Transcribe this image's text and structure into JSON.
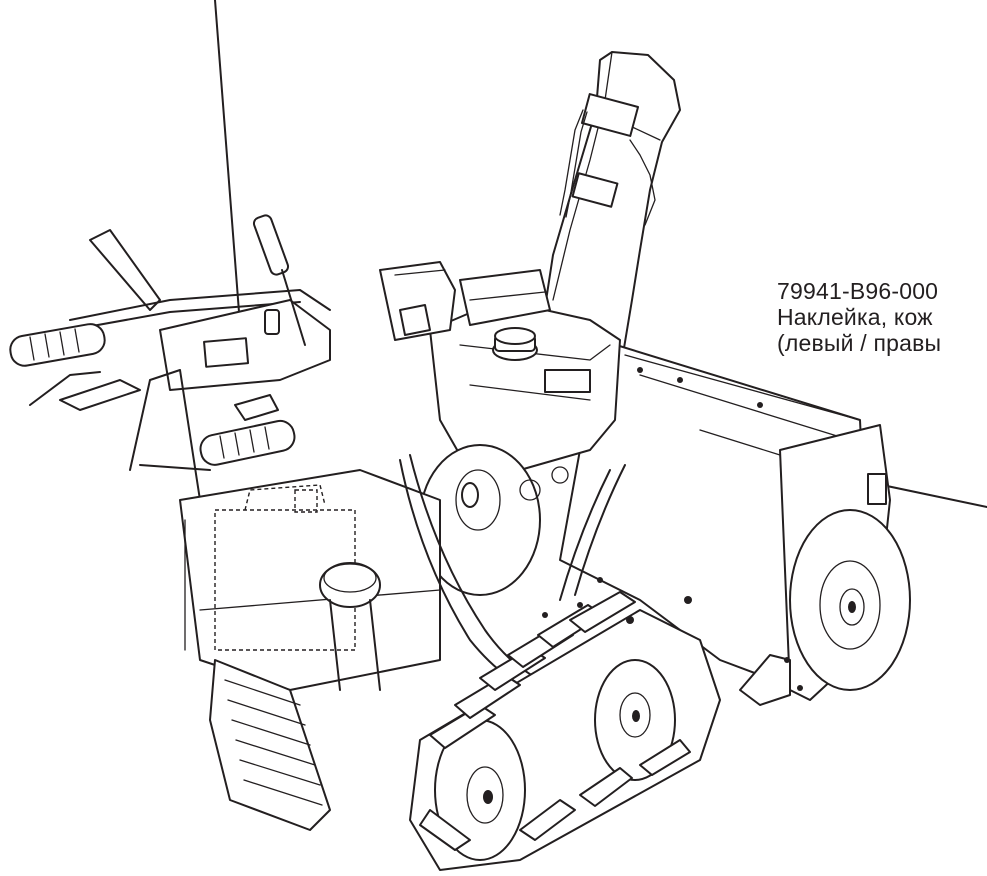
{
  "callout_label": {
    "part_number": "79941-B96-000",
    "line2": "Наклейка, кож",
    "line3": "(левый / правы"
  }
}
